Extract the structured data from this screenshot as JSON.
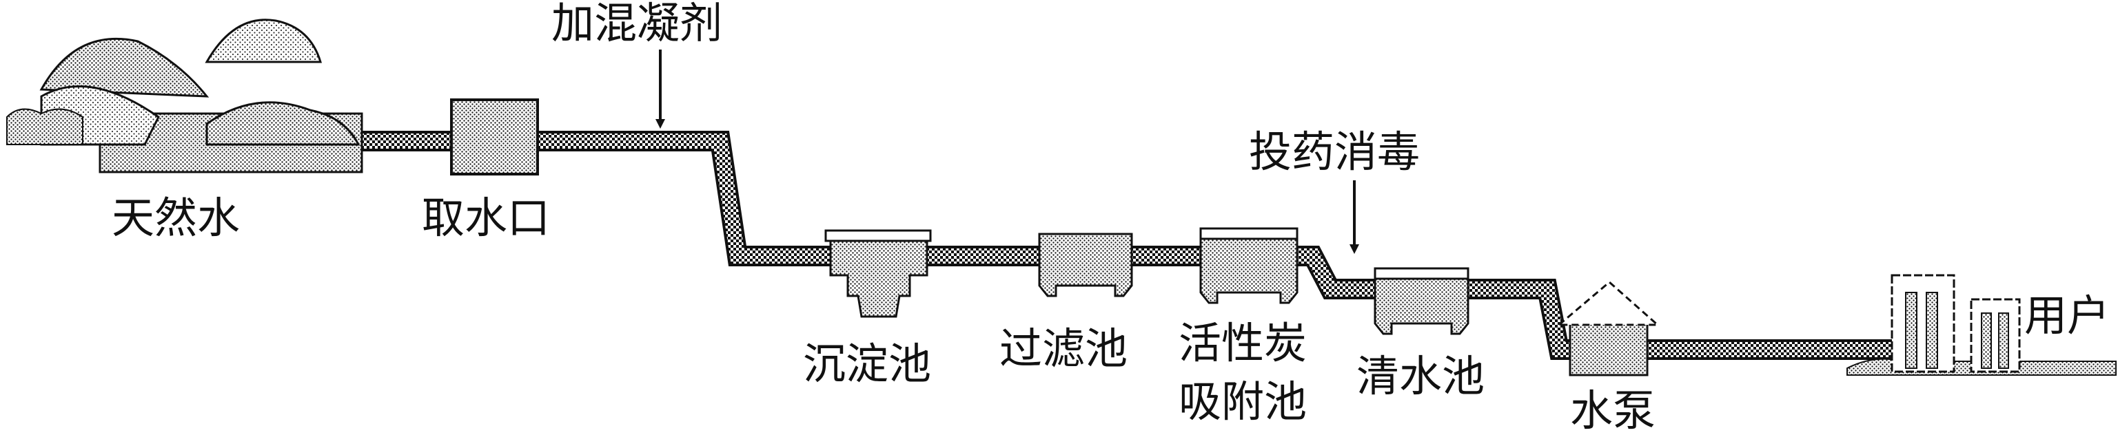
{
  "diagram": {
    "source_label": "天然水",
    "intake_label": "取水口",
    "coagulant_label": "加混凝剂",
    "sedimentation_label": "沉淀池",
    "filter_label": "过滤池",
    "carbon_label_line1": "活性炭",
    "carbon_label_line2": "吸附池",
    "disinfect_label": "投药消毒",
    "clear_label": "清水池",
    "pump_label": "水泵",
    "user_label": "用户"
  }
}
